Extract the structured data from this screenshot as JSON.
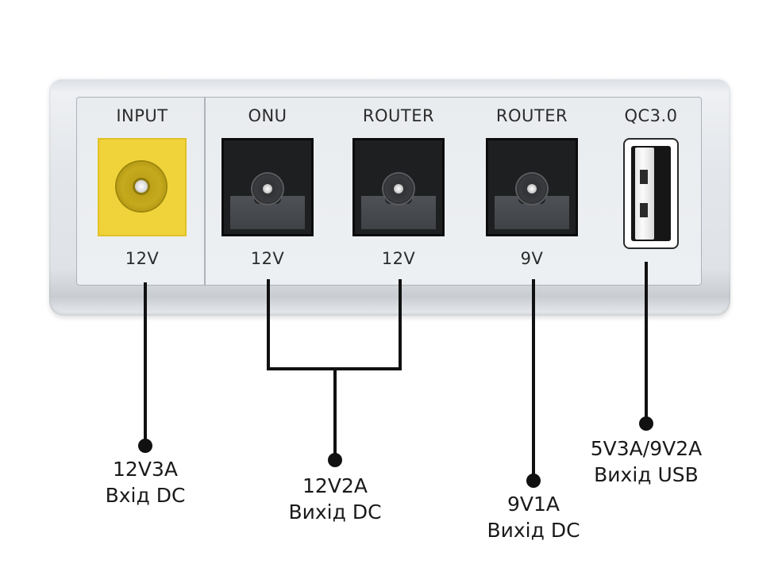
{
  "ports": {
    "input": {
      "label": "INPUT",
      "voltage": "12V"
    },
    "onu": {
      "label": "ONU",
      "voltage": "12V"
    },
    "router1": {
      "label": "ROUTER",
      "voltage": "12V"
    },
    "router2": {
      "label": "ROUTER",
      "voltage": "9V"
    },
    "usb": {
      "label": "QC3.0"
    }
  },
  "callouts": {
    "input": {
      "line1": "12V3A",
      "line2": "Вхід DC"
    },
    "dc12": {
      "line1": "12V2A",
      "line2": "Вихід DC"
    },
    "dc9": {
      "line1": "9V1A",
      "line2": "Вихід DC"
    },
    "usb": {
      "line1": "5V3A/9V2A",
      "line2": "Вихід USB"
    }
  },
  "colors": {
    "input_jack": "#f0d23a",
    "dc_jack": "#1e1f21",
    "wire": "#111111",
    "housing": "#e3e6ea"
  }
}
